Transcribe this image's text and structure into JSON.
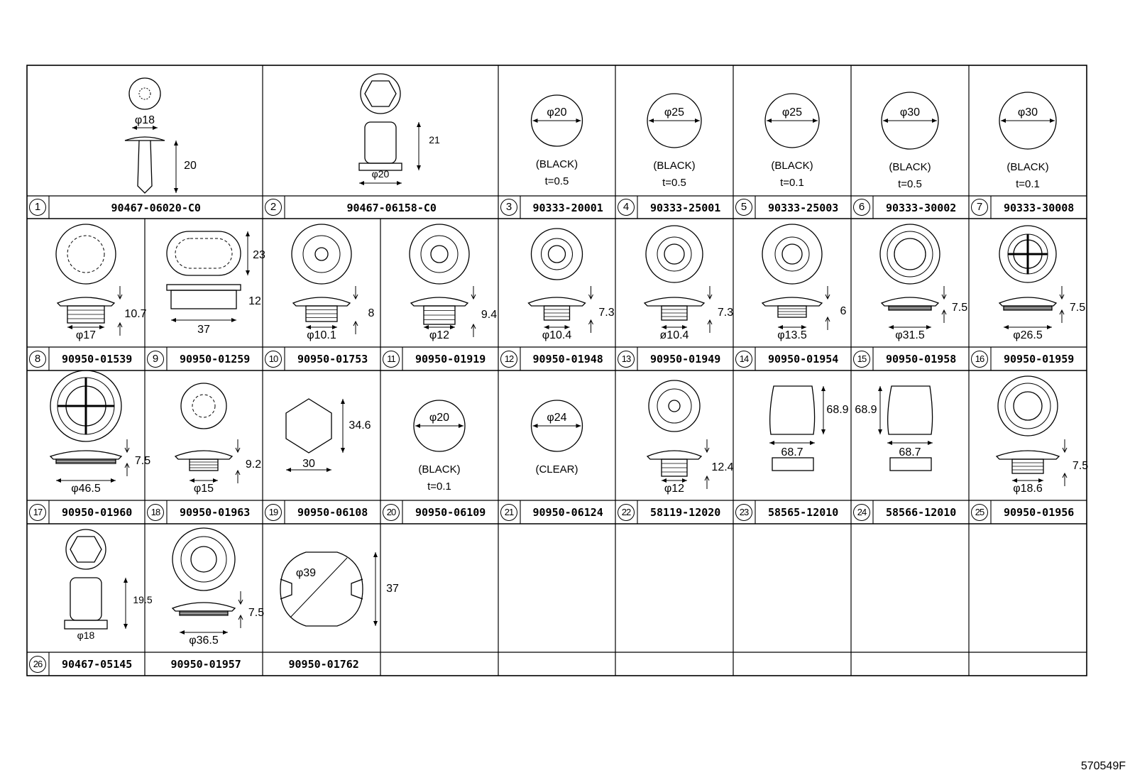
{
  "drawing_id": "570549F",
  "parts": [
    {
      "index": "1",
      "part_no": "90467-06020-C0",
      "dims": [
        "φ18",
        "20"
      ]
    },
    {
      "index": "2",
      "part_no": "90467-06158-C0",
      "dims": [
        "φ20",
        "21"
      ]
    },
    {
      "index": "3",
      "part_no": "90333-20001",
      "dims": [
        "φ20"
      ],
      "note": "(BLACK)",
      "thickness": "t=0.5"
    },
    {
      "index": "4",
      "part_no": "90333-25001",
      "dims": [
        "φ25"
      ],
      "note": "(BLACK)",
      "thickness": "t=0.5"
    },
    {
      "index": "5",
      "part_no": "90333-25003",
      "dims": [
        "φ25"
      ],
      "note": "(BLACK)",
      "thickness": "t=0.1"
    },
    {
      "index": "6",
      "part_no": "90333-30002",
      "dims": [
        "φ30"
      ],
      "note": "(BLACK)",
      "thickness": "t=0.5"
    },
    {
      "index": "7",
      "part_no": "90333-30008",
      "dims": [
        "φ30"
      ],
      "note": "(BLACK)",
      "thickness": "t=0.1"
    },
    {
      "index": "8",
      "part_no": "90950-01539",
      "dims": [
        "10.7",
        "φ17"
      ]
    },
    {
      "index": "9",
      "part_no": "90950-01259",
      "dims": [
        "23",
        "12",
        "37"
      ]
    },
    {
      "index": "10",
      "part_no": "90950-01753",
      "dims": [
        "8",
        "φ10.1"
      ]
    },
    {
      "index": "11",
      "part_no": "90950-01919",
      "dims": [
        "9.4",
        "φ12"
      ]
    },
    {
      "index": "12",
      "part_no": "90950-01948",
      "dims": [
        "7.3",
        "φ10.4"
      ]
    },
    {
      "index": "13",
      "part_no": "90950-01949",
      "dims": [
        "7.3",
        "ø10.4"
      ]
    },
    {
      "index": "14",
      "part_no": "90950-01954",
      "dims": [
        "6",
        "φ13.5"
      ]
    },
    {
      "index": "15",
      "part_no": "90950-01958",
      "dims": [
        "7.5",
        "φ31.5"
      ]
    },
    {
      "index": "16",
      "part_no": "90950-01959",
      "dims": [
        "7.5",
        "φ26.5"
      ]
    },
    {
      "index": "17",
      "part_no": "90950-01960",
      "dims": [
        "7.5",
        "φ46.5"
      ]
    },
    {
      "index": "18",
      "part_no": "90950-01963",
      "dims": [
        "9.2",
        "φ15"
      ]
    },
    {
      "index": "19",
      "part_no": "90950-06108",
      "dims": [
        "34.6",
        "30"
      ]
    },
    {
      "index": "20",
      "part_no": "90950-06109",
      "dims": [
        "φ20"
      ],
      "note": "(BLACK)",
      "thickness": "t=0.1"
    },
    {
      "index": "21",
      "part_no": "90950-06124",
      "dims": [
        "φ24"
      ],
      "note": "(CLEAR)"
    },
    {
      "index": "22",
      "part_no": "58119-12020",
      "dims": [
        "12.4",
        "φ12"
      ]
    },
    {
      "index": "23",
      "part_no": "58565-12010",
      "dims": [
        "68.9",
        "68.7"
      ]
    },
    {
      "index": "24",
      "part_no": "58566-12010",
      "dims": [
        "68.9",
        "68.7"
      ]
    },
    {
      "index": "25",
      "part_no": "90950-01956",
      "dims": [
        "7.5",
        "φ18.6"
      ]
    },
    {
      "index": "26",
      "part_no": "90467-05145",
      "dims": [
        "19.5",
        "φ18"
      ]
    },
    {
      "index": "",
      "part_no": "90950-01957",
      "dims": [
        "7.5",
        "φ36.5"
      ]
    },
    {
      "index": "",
      "part_no": "90950-01762",
      "dims": [
        "φ39",
        "37"
      ]
    }
  ]
}
